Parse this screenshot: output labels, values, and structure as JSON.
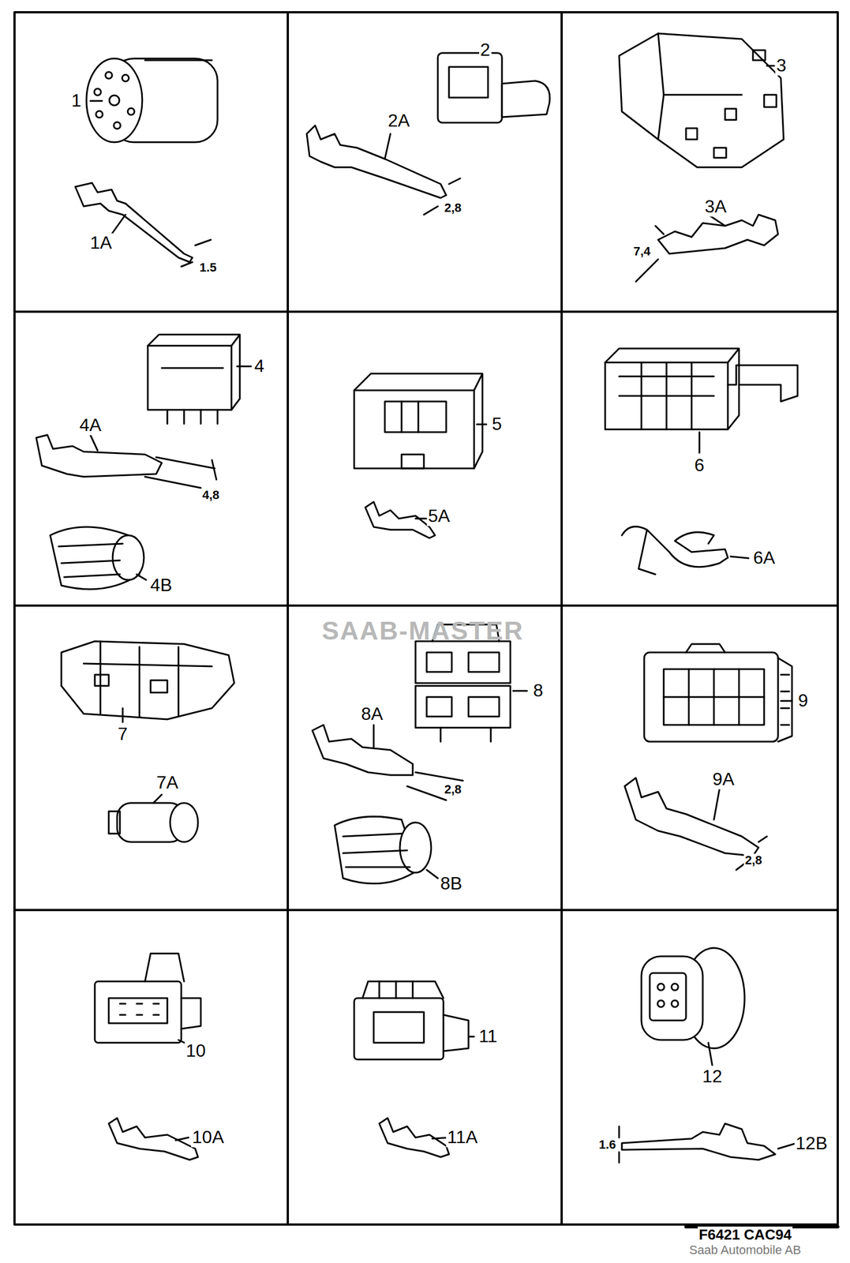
{
  "diagram": {
    "labels": [
      "1",
      "1A",
      "1.5",
      "2",
      "2A",
      "2,8",
      "3",
      "3A",
      "7,4",
      "4",
      "4A",
      "4,8",
      "4B",
      "5",
      "5A",
      "6",
      "6A",
      "7",
      "7A",
      "8",
      "8A",
      "2,8",
      "8B",
      "9",
      "9A",
      "2,8",
      "10",
      "10A",
      "11",
      "11A",
      "12",
      "1.6",
      "12B",
      "SAAB-MASTER",
      "F6421 CAC94",
      "Saab Automobile AB"
    ]
  }
}
